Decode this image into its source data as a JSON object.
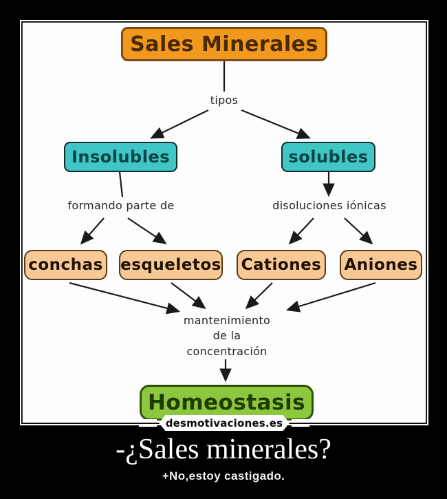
{
  "diagram": {
    "root_label": "Sales Minerales",
    "tipos_label": "tipos",
    "insolubles_label": "Insolubles",
    "solubles_label": "solubles",
    "formando_label": "formando parte de",
    "disoluciones_label": "disoluciones iónicas",
    "conchas_label": "conchas",
    "esqueletos_label": "esqueletos",
    "cationes_label": "Cationes",
    "aniones_label": "Aniones",
    "mantenimiento_label": "mantenimiento\nde la\nconcentración",
    "homeostasis_label": "Homeostasis",
    "colors": {
      "root_bg": "#F0991E",
      "teal_bg": "#41C6C6",
      "peach_bg": "#F7C996",
      "homeostasis_bg": "#8DC63F",
      "arrow": "#1a1a1a"
    }
  },
  "watermark": {
    "site_label": "desmotivaciones.es"
  },
  "caption": {
    "title": "-¿Sales minerales?",
    "subtitle": "+No,estoy castigado."
  }
}
